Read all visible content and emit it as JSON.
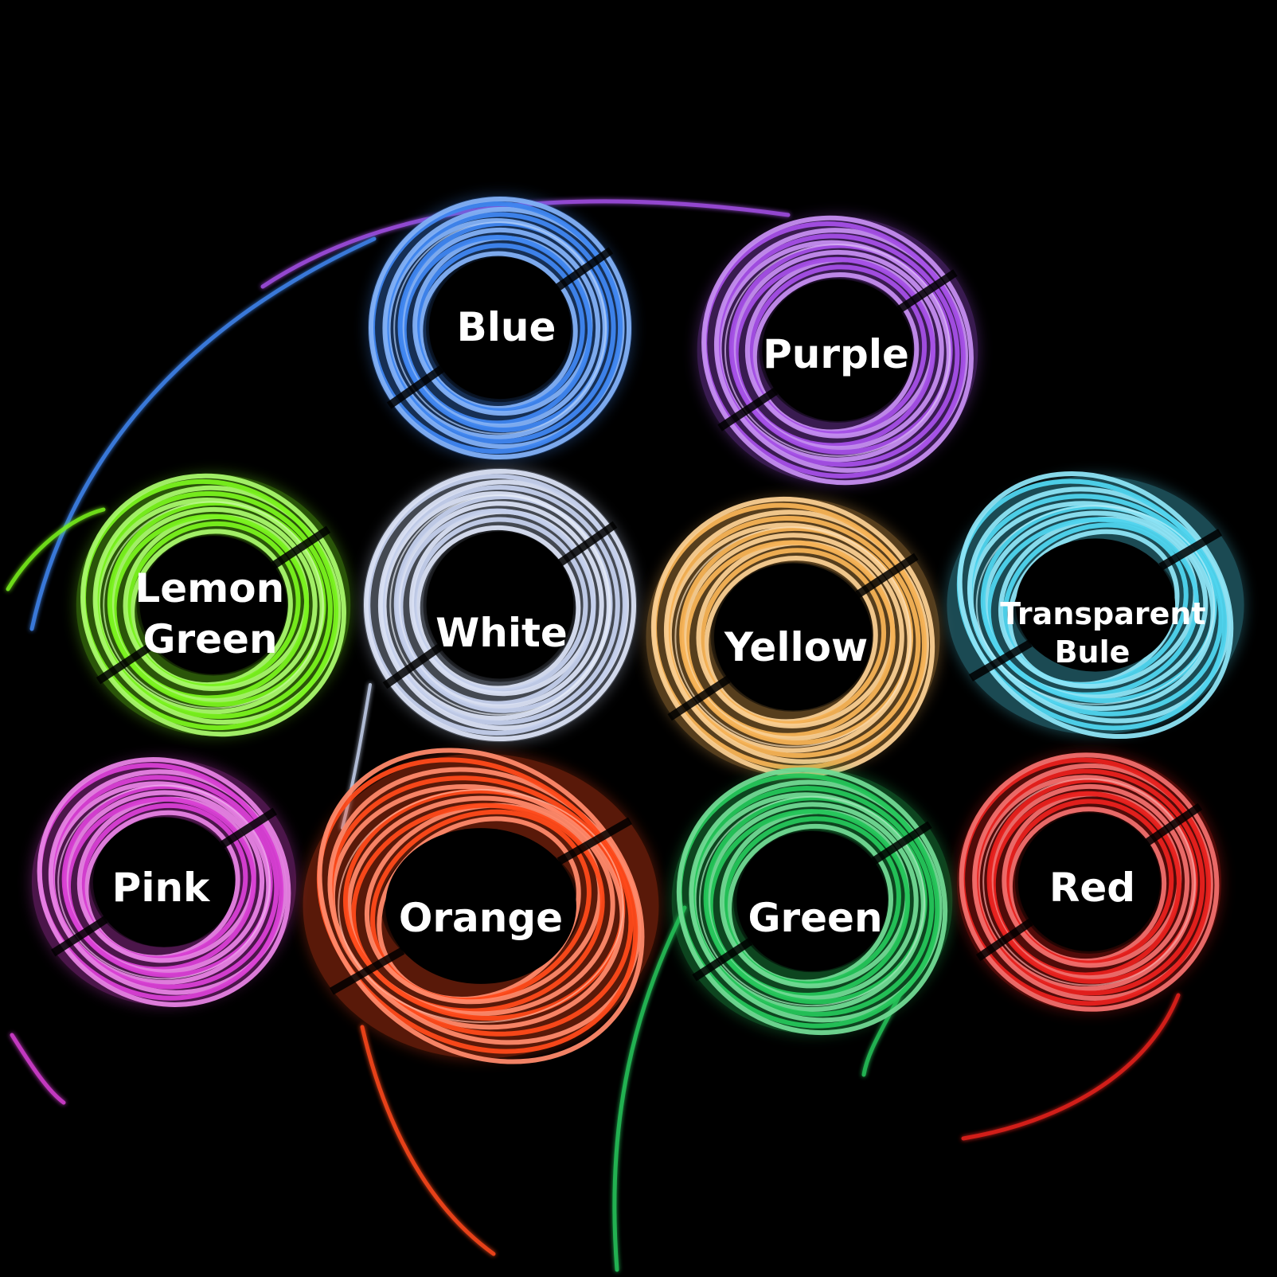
{
  "coils": [
    {
      "id": "blue",
      "lines": [
        "Blue"
      ],
      "color": "#3f86f0"
    },
    {
      "id": "purple",
      "lines": [
        "Purple"
      ],
      "color": "#a44fe6"
    },
    {
      "id": "lemon-green",
      "lines": [
        "Lemon",
        "Green"
      ],
      "color": "#79f21d"
    },
    {
      "id": "white",
      "lines": [
        "White"
      ],
      "color": "#c4d0ec"
    },
    {
      "id": "yellow",
      "lines": [
        "Yellow"
      ],
      "color": "#f5b255"
    },
    {
      "id": "transparent-bule",
      "lines": [
        "Transparent",
        "Bule"
      ],
      "color": "#4fd4ee"
    },
    {
      "id": "pink",
      "lines": [
        "Pink"
      ],
      "color": "#d83fd4"
    },
    {
      "id": "orange",
      "lines": [
        "Orange"
      ],
      "color": "#ff4a1a"
    },
    {
      "id": "green",
      "lines": [
        "Green"
      ],
      "color": "#25c55a"
    },
    {
      "id": "red",
      "lines": [
        "Red"
      ],
      "color": "#e8211e"
    }
  ],
  "background": "#000000"
}
